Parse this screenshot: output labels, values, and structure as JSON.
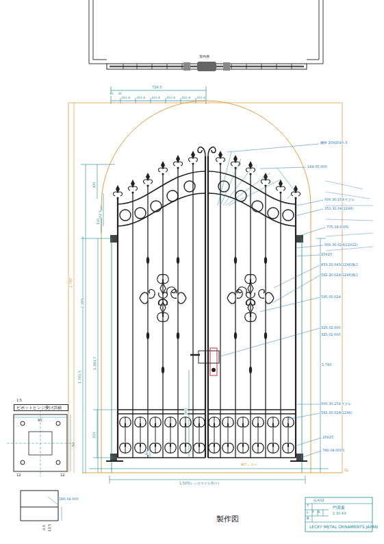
{
  "diagram": {
    "nodes": [
      {
        "text": [
          "G-A02",
          "門扉案",
          "1:30 A3",
          "T",
          "L",
          "F",
          "R",
          "B",
          "LECKY METAL ORNAMENTS JAPAN"
        ]
      },
      {
        "text": [
          "ピボットヒンジ受け詳細",
          "1:5"
        ]
      }
    ],
    "labels": [
      "室内側",
      "724.5",
      "45",
      "20",
      "102.4",
      "102.4",
      "102.4",
      "102.4",
      "102.4",
      "102.4",
      "鋼管 20X20X0.3",
      "164.05.000",
      "000.30.154ダブル",
      "351.31.04(12X6)",
      "775.04.000S",
      "000.30.024(12X12)",
      "25X25",
      "853.20.043(12X6)加工",
      "582.20.024(12X6)加工",
      "595.05.024",
      "325.02.000",
      "325.02.000",
      "000.30.154ダブル",
      "582.20.024(12X6)",
      "25X25",
      "780.04.000S",
      "GL",
      "Mアンカー",
      "1,505(レンガタイル割り)",
      "2,785",
      "2,385",
      "1,393.7",
      "1,761.5",
      "300",
      "62.5",
      "315",
      "900",
      "80",
      "1,780",
      "90",
      "12",
      "12",
      "50",
      "160.04.000",
      "4.5",
      "13.5",
      "製作図",
      "100"
    ]
  }
}
